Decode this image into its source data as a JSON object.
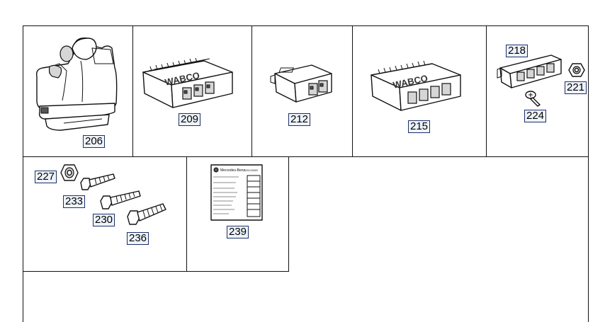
{
  "cells": [
    {
      "id": "206",
      "label": "206"
    },
    {
      "id": "209",
      "label": "209"
    },
    {
      "id": "212",
      "label": "212"
    },
    {
      "id": "215",
      "label": "215"
    },
    {
      "id": "218",
      "label": "218"
    },
    {
      "id": "221",
      "label": "221"
    },
    {
      "id": "224",
      "label": "224"
    },
    {
      "id": "227",
      "label": "227"
    },
    {
      "id": "233",
      "label": "233"
    },
    {
      "id": "230",
      "label": "230"
    },
    {
      "id": "236",
      "label": "236"
    },
    {
      "id": "239",
      "label": "239"
    }
  ],
  "sticker": {
    "brand": "Mercedes-Benz",
    "code": "0001234567"
  },
  "module_brand": "WABCO"
}
